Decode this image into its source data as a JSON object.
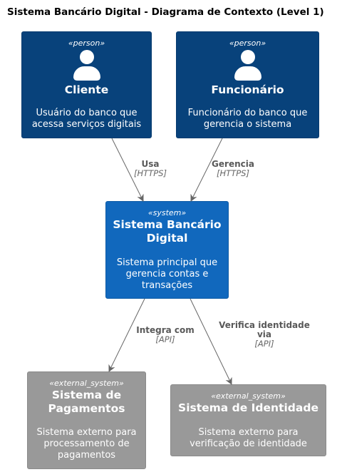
{
  "title": "Sistema Bancário Digital - Diagrama de Contexto (Level 1)",
  "nodes": {
    "cliente": {
      "stereotype": "«person»",
      "name": "Cliente",
      "description": "Usuário do banco que acessa serviços digitais",
      "color": "#08427b",
      "icon": "person-icon"
    },
    "funcionario": {
      "stereotype": "«person»",
      "name": "Funcionário",
      "description": "Funcionário do banco que gerencia o sistema",
      "color": "#08427b",
      "icon": "person-icon"
    },
    "sistema": {
      "stereotype": "«system»",
      "name": "Sistema Bancário Digital",
      "description": "Sistema principal que gerencia contas e transações",
      "color": "#1168bd"
    },
    "pagamentos": {
      "stereotype": "«external_system»",
      "name": "Sistema de Pagamentos",
      "description": "Sistema externo para processamento de pagamentos",
      "color": "#999999"
    },
    "identidade": {
      "stereotype": "«external_system»",
      "name": "Sistema de Identidade",
      "description": "Sistema externo para verificação de identidade",
      "color": "#999999"
    }
  },
  "relations": [
    {
      "from": "Cliente",
      "to": "Sistema Bancário Digital",
      "label": "Usa",
      "technology": "[HTTPS]"
    },
    {
      "from": "Funcionário",
      "to": "Sistema Bancário Digital",
      "label": "Gerencia",
      "technology": "[HTTPS]"
    },
    {
      "from": "Sistema Bancário Digital",
      "to": "Sistema de Pagamentos",
      "label": "Integra com",
      "technology": "[API]"
    },
    {
      "from": "Sistema Bancário Digital",
      "to": "Sistema de Identidade",
      "label": "Verifica identidade via",
      "technology": "[API]"
    }
  ]
}
